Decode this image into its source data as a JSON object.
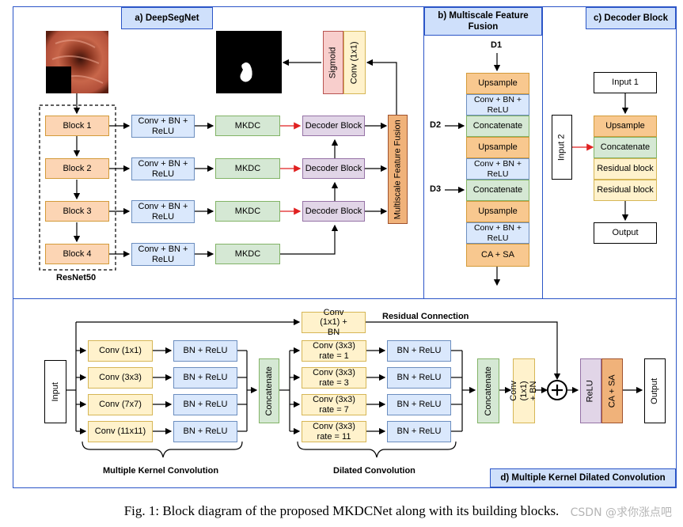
{
  "panels": {
    "a": "a) DeepSegNet",
    "b": "b) Multiscale Feature Fusion",
    "c": "c) Decoder Block",
    "d": "d) Multiple Kernel Dilated Convolution"
  },
  "a": {
    "blocks": [
      "Block 1",
      "Block 2",
      "Block 3",
      "Block 4"
    ],
    "conv": "Conv + BN + ReLU",
    "mkdc": "MKDC",
    "decoder": "Decoder Block",
    "mff": "Multiscale Feature Fusion",
    "sigmoid": "Sigmoid",
    "conv1x1": "Conv (1x1)",
    "resnet": "ResNet50"
  },
  "b": {
    "d1": "D1",
    "d2": "D2",
    "d3": "D3",
    "upsample": "Upsample",
    "conv": "Conv + BN + ReLU",
    "concat": "Concatenate",
    "casa": "CA + SA"
  },
  "c": {
    "input1": "Input 1",
    "input2": "Input 2",
    "upsample": "Upsample",
    "concat": "Concatenate",
    "res1": "Residual block",
    "res2": "Residual block",
    "output": "Output"
  },
  "d": {
    "input": "Input",
    "convs": [
      "Conv (1x1)",
      "Conv (3x3)",
      "Conv (7x7)",
      "Conv (11x11)"
    ],
    "bnrelu": "BN + ReLU",
    "concat": "Concatenate",
    "residual_box": "Conv (1x1) + BN",
    "residual_label": "Residual Connection",
    "dilated": [
      "Conv (3x3) rate = 1",
      "Conv (3x3) rate = 3",
      "Conv (3x3) rate = 7",
      "Conv (3x3) rate = 11"
    ],
    "conv_bn": "Conv (1x1) + BN",
    "plus": "+",
    "relu": "ReLU",
    "casa": "CA + SA",
    "output": "Output",
    "mkc_label": "Multiple Kernel Convolution",
    "dc_label": "Dilated Convolution"
  },
  "caption": "Fig. 1: Block diagram of the proposed MKDCNet along with its building blocks.",
  "watermark": "CSDN @求你涨点吧",
  "colors": {
    "frame": "#2b55c7",
    "skip_arrow": "#e02020"
  }
}
